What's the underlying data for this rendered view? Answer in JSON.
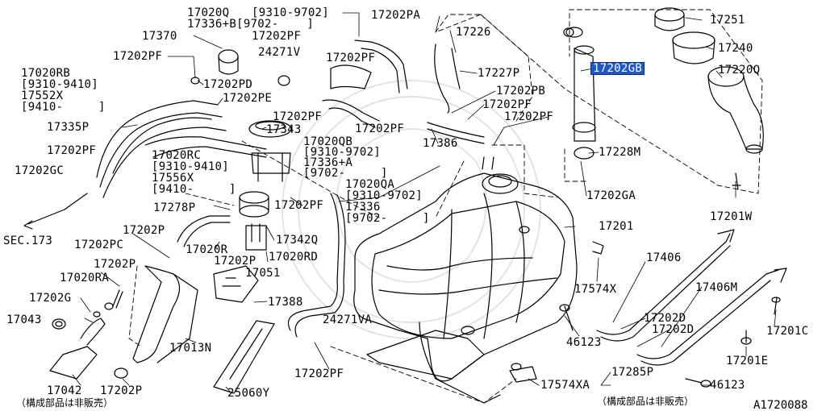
{
  "diagram": {
    "highlight_color": "#1f56c9",
    "page_code": "A1720088",
    "notes": {
      "left": "（構成部品は非販売）",
      "right": "（構成部品は非販売）"
    },
    "labels": {
      "p17020Q": "17020Q",
      "p9310_9702_a": "[9310-9702]",
      "p17336B": "17336+B[9702-    ]",
      "p17202PA": "17202PA",
      "p17226": "17226",
      "p17251": "17251",
      "p17370": "17370",
      "p17202PF_1": "17202PF",
      "p24271V": "24271V",
      "p17202GB": "17202GB",
      "p17240": "17240",
      "p17202PF_2": "17202PF",
      "p17202PF_3": "17202PF",
      "p17227P": "17227P",
      "p17220Q": "17220Q",
      "p17020RB": "17020RB",
      "p9310_9410_a": "[9310-9410]",
      "p17552X": "17552X",
      "p9410_a": "[9410-     ]",
      "p17202PD": "17202PD",
      "p17202PE": "17202PE",
      "p17202PB": "17202PB",
      "p17202PF_4": "17202PF",
      "p17202PF_5": "17202PF",
      "p17335P": "17335P",
      "p17343": "17343",
      "p17202PF_6": "17202PF",
      "p17386": "17386",
      "p17020QB": "17020QB",
      "p9310_9702_b": "[9310-9702]",
      "p17336A": "17336+A",
      "p9702_a": "[9702-     ]",
      "p17228M": "17228M",
      "p17202PF_7": "17202PF",
      "p17020RC": "17020RC",
      "p9310_9410_b": "[9310-9410]",
      "p17556X": "17556X",
      "p9410_b": "[9410-     ]",
      "p17202GC": "17202GC",
      "p17020QA": "17020QA",
      "p9310_9702_c": "[9310-9702]",
      "p17336": "17336",
      "p9702_b": "[9702-     ]",
      "p17202GA": "17202GA",
      "p17278P": "17278P",
      "p17202PF_8": "17202PF",
      "p17201W": "17201W",
      "p17201": "17201",
      "pSEC173": "SEC.173",
      "p17202PC": "17202PC",
      "p17202P_1": "17202P",
      "p17342Q": "17342Q",
      "p17020R": "17020R",
      "p17202P_2": "17202P",
      "p17020RD": "17020RD",
      "p17406": "17406",
      "p17051": "17051",
      "p17202P_3": "17202P",
      "p17020RA": "17020RA",
      "p17574X": "17574X",
      "p17406M": "17406M",
      "p17202G": "17202G",
      "p17388": "17388",
      "p17043": "17043",
      "p24271VA": "24271VA",
      "p17202D_1": "17202D",
      "p17202D_2": "17202D",
      "p17201C": "17201C",
      "p17013N": "17013N",
      "p46123_1": "46123",
      "p17201E": "17201E",
      "p17202PF_9": "17202PF",
      "p17042": "17042",
      "p17202P_4": "17202P",
      "p25060Y": "25060Y",
      "p17574XA": "17574XA",
      "p17285P": "17285P",
      "p46123_2": "46123"
    }
  }
}
